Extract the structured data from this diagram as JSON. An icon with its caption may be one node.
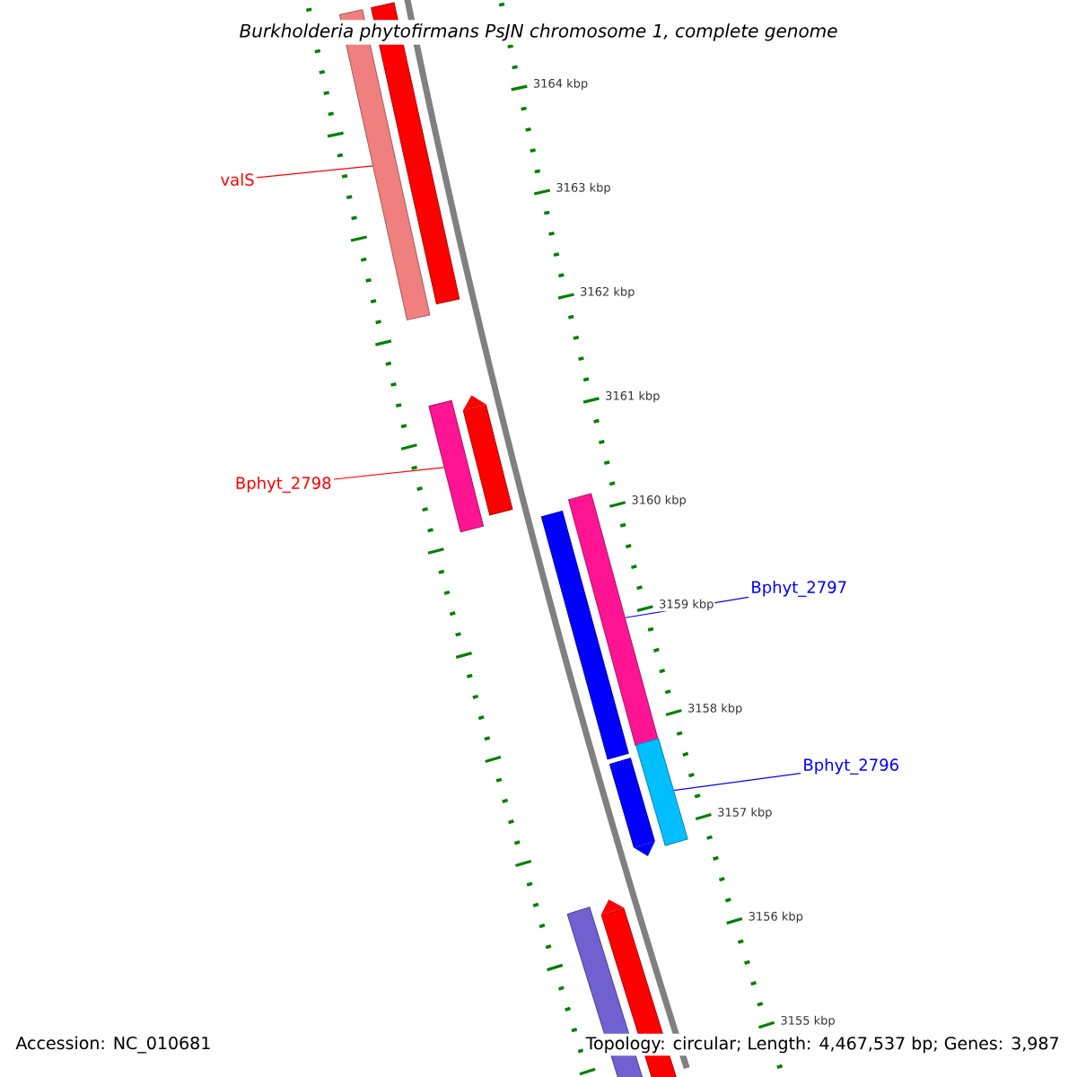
{
  "diagram": {
    "title": "Burkholderia phytofirmans PsJN chromosome 1, complete genome",
    "nodes": [
      {
        "text": [],
        "shape": "bar"
      },
      {
        "text": [],
        "shape": "bar"
      },
      {
        "text": [
          "valS"
        ]
      },
      {
        "text": [],
        "shape": "bar"
      },
      {
        "text": [],
        "shape": "arrow"
      },
      {
        "text": [
          "Bphyt_2798"
        ]
      },
      {
        "text": [],
        "shape": "bar"
      },
      {
        "text": [],
        "shape": "bar"
      },
      {
        "text": [
          "Bphyt_2797"
        ]
      },
      {
        "text": [],
        "shape": "arrow"
      },
      {
        "text": [],
        "shape": "bar"
      },
      {
        "text": [
          "Bphyt_2796"
        ]
      },
      {
        "text": [],
        "shape": "bar"
      },
      {
        "text": [],
        "shape": "arrow"
      }
    ],
    "edges": [
      {
        "from": 2,
        "to": 0,
        "arrow": "none",
        "color": "#ff0000"
      },
      {
        "from": 5,
        "to": 3,
        "arrow": "none",
        "color": "#ff0000"
      },
      {
        "from": 8,
        "to": 7,
        "arrow": "none",
        "color": "#0000ff"
      },
      {
        "from": 11,
        "to": 10,
        "arrow": "none",
        "color": "#0000ff"
      }
    ],
    "labels": [
      "3164 kbp",
      "3163 kbp",
      "3162 kbp",
      "3161 kbp",
      "3160 kbp",
      "3159 kbp",
      "3158 kbp",
      "3157 kbp",
      "3156 kbp",
      "3155 kbp",
      "Accession: NC_010681",
      "Topology: circular; Length: 4,467,537 bp; Genes: 3,987"
    ]
  }
}
